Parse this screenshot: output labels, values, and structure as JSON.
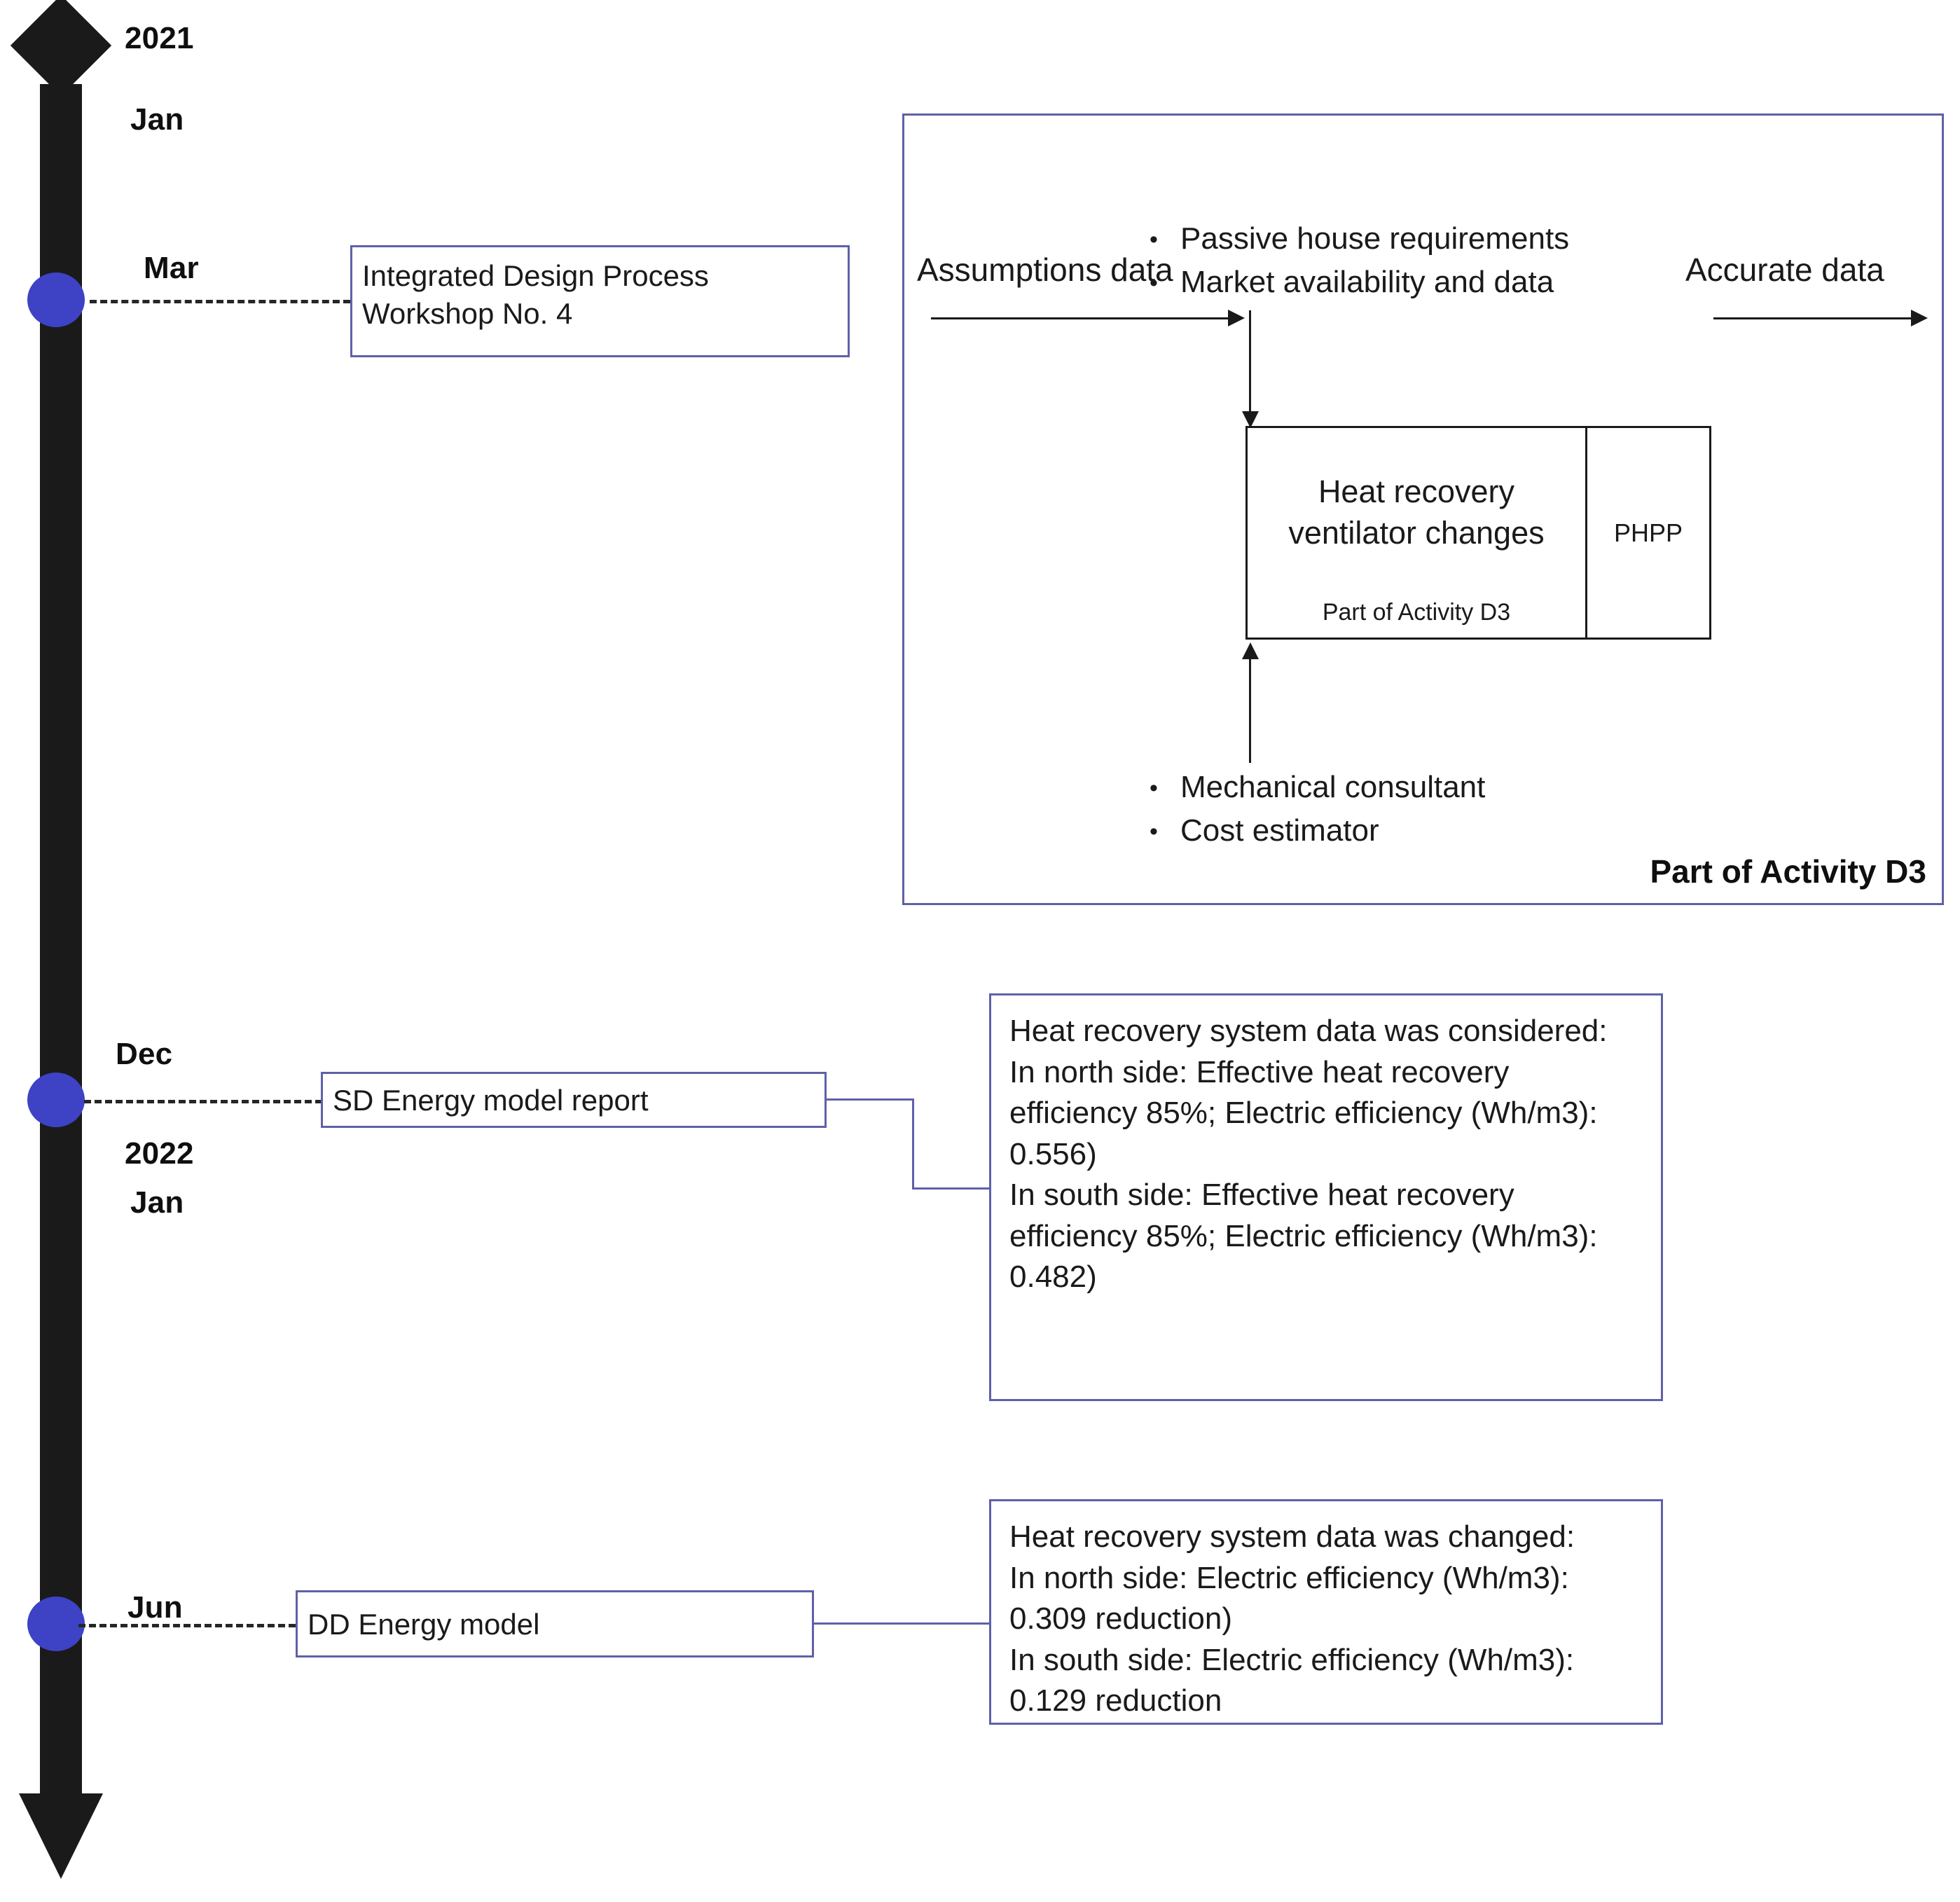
{
  "timeline": {
    "axis_color": "#1A1A1A",
    "dot_color": "#3D43C4",
    "box_border_color": "#5E61A8",
    "labels": [
      {
        "text": "2021",
        "kind": "year"
      },
      {
        "text": "Jan",
        "kind": "month"
      },
      {
        "text": "Mar",
        "kind": "month"
      },
      {
        "text": "Dec",
        "kind": "month"
      },
      {
        "text": "2022",
        "kind": "year"
      },
      {
        "text": "Jan",
        "kind": "month"
      },
      {
        "text": "Jun",
        "kind": "month"
      }
    ],
    "milestones": [
      {
        "month": "Mar",
        "label": "Integrated Design Process\nWorkshop No. 4",
        "note": ""
      },
      {
        "month": "Dec",
        "label": "SD Energy model report",
        "note": "Heat recovery system data was considered:\nIn north side: Effective heat recovery efficiency 85%; Electric efficiency (Wh/m3): 0.556)\nIn south side: Effective heat recovery efficiency 85%; Electric efficiency (Wh/m3): 0.482)"
      },
      {
        "month": "Jun",
        "label": "DD Energy model",
        "note": "Heat recovery system data was changed:\nIn north side: Electric efficiency (Wh/m3): 0.309 reduction)\nIn south side: Electric efficiency (Wh/m3): 0.129 reduction"
      }
    ]
  },
  "idef0": {
    "controls": [
      "Passive house requirements",
      "Market availability and data"
    ],
    "mechanisms": [
      "Mechanical consultant",
      "Cost estimator"
    ],
    "input_label": "Assumptions data",
    "output_label": "Accurate data",
    "activity_title": "Heat recovery\nventilator changes",
    "activity_sub": "Part of Activity D3",
    "tool_label": "PHPP",
    "footer": "Part of Activity D3"
  }
}
